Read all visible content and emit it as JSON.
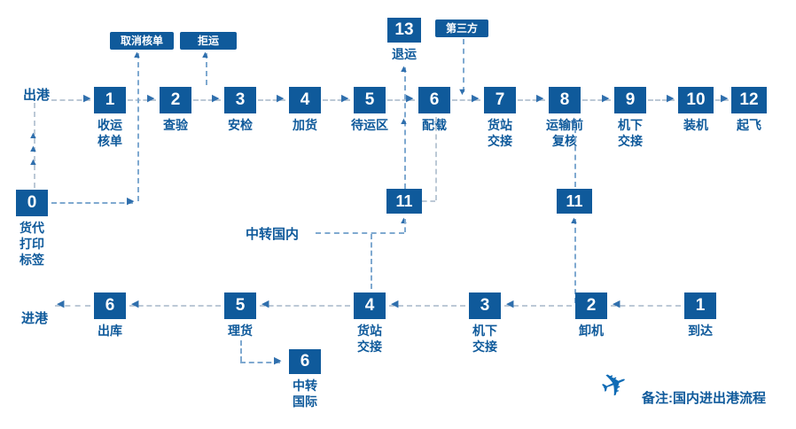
{
  "icons": {
    "right": "▶",
    "left": "◀",
    "up": "▲",
    "down": "▼",
    "plane": "✈"
  },
  "colors": {
    "primary": "#0f5a9b",
    "arrow": "#2f6fad"
  },
  "departure": {
    "section_label": "出港",
    "start": {
      "num": "0",
      "label": "货代\n打印\n标签"
    },
    "cancel_label": "取消核单",
    "reject_label": "拒运",
    "return_node": {
      "num": "13",
      "label": "退运"
    },
    "third_party_label": "第三方",
    "nodes": [
      {
        "num": "1",
        "label": "收运\n核单"
      },
      {
        "num": "2",
        "label": "查验"
      },
      {
        "num": "3",
        "label": "安检"
      },
      {
        "num": "4",
        "label": "加货"
      },
      {
        "num": "5",
        "label": "待运区"
      },
      {
        "num": "6",
        "label": "配载"
      },
      {
        "num": "7",
        "label": "货站\n交接"
      },
      {
        "num": "8",
        "label": "运输前\n复核"
      },
      {
        "num": "9",
        "label": "机下\n交接"
      },
      {
        "num": "10",
        "label": "装机"
      },
      {
        "num": "12",
        "label": "起飞"
      }
    ]
  },
  "transfer": {
    "domestic_label": "中转国内",
    "node_a": "11",
    "node_b": "11",
    "international": {
      "num": "6",
      "label": "中转\n国际"
    }
  },
  "arrival": {
    "section_label": "进港",
    "nodes": [
      {
        "num": "6",
        "label": "出库"
      },
      {
        "num": "5",
        "label": "理货"
      },
      {
        "num": "4",
        "label": "货站\n交接"
      },
      {
        "num": "3",
        "label": "机下\n交接"
      },
      {
        "num": "2",
        "label": "卸机"
      },
      {
        "num": "1",
        "label": "到达"
      }
    ]
  },
  "note": {
    "text": "备注:国内进出港流程"
  }
}
